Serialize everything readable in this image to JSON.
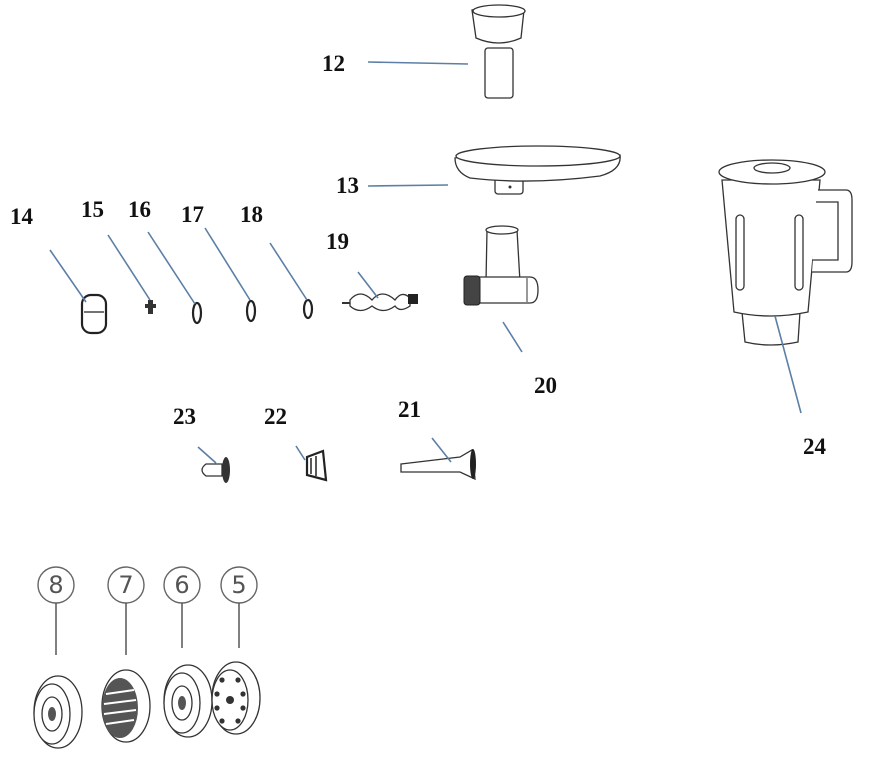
{
  "diagram": {
    "title": "",
    "type": "exploded-parts-diagram",
    "callout_numbers": {
      "p12": "12",
      "p13": "13",
      "p14": "14",
      "p15": "15",
      "p16": "16",
      "p17": "17",
      "p18": "18",
      "p19": "19",
      "p20": "20",
      "p21": "21",
      "p22": "22",
      "p23": "23",
      "p24": "24",
      "p8": "8",
      "p7": "7",
      "p6": "6",
      "p5": "5"
    },
    "parts": [
      {
        "number": "12",
        "depicts": "food pusher"
      },
      {
        "number": "13",
        "depicts": "feeding tray"
      },
      {
        "number": "14",
        "depicts": "locking ring"
      },
      {
        "number": "15",
        "depicts": "small part"
      },
      {
        "number": "16",
        "depicts": "disc"
      },
      {
        "number": "17",
        "depicts": "disc"
      },
      {
        "number": "18",
        "depicts": "disc"
      },
      {
        "number": "19",
        "depicts": "worm screw / auger"
      },
      {
        "number": "20",
        "depicts": "grinder housing"
      },
      {
        "number": "21",
        "depicts": "sausage nozzle"
      },
      {
        "number": "22",
        "depicts": "adapter"
      },
      {
        "number": "23",
        "depicts": "kibbe attachment"
      },
      {
        "number": "24",
        "depicts": "blender jar"
      },
      {
        "number": "8",
        "depicts": "disc"
      },
      {
        "number": "7",
        "depicts": "disc"
      },
      {
        "number": "6",
        "depicts": "disc"
      },
      {
        "number": "5",
        "depicts": "perforated disc"
      }
    ],
    "colors": {
      "leader_line": "#5b7fa6",
      "label_text": "#111111",
      "circled_label": "#555555"
    }
  }
}
